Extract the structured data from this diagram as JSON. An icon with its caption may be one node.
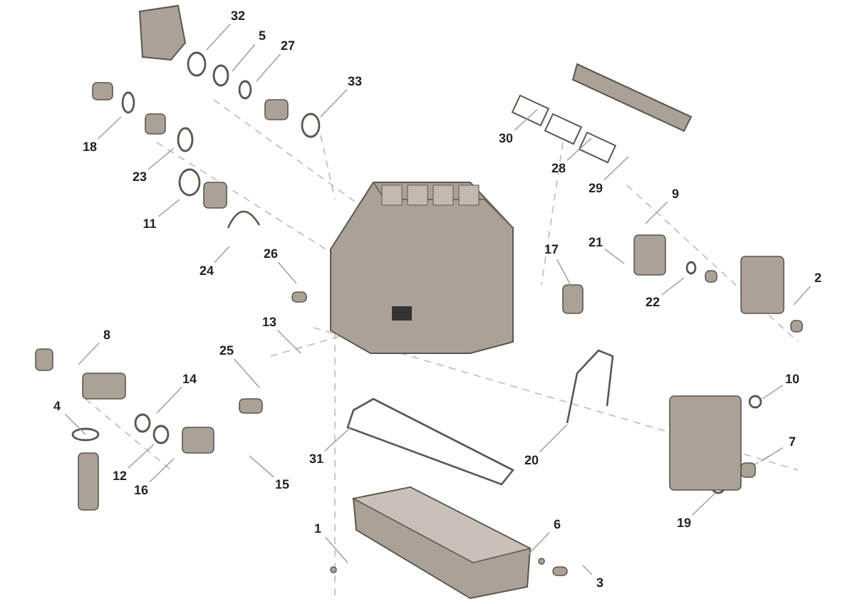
{
  "diagram": {
    "nodes": [
      {
        "text": [
          "32"
        ]
      },
      {
        "text": [
          "5"
        ]
      },
      {
        "text": [
          "27"
        ]
      },
      {
        "text": [
          "33"
        ]
      },
      {
        "text": [
          "18"
        ]
      },
      {
        "text": [
          "30"
        ]
      },
      {
        "text": [
          "23"
        ]
      },
      {
        "text": [
          "28"
        ]
      },
      {
        "text": [
          "11"
        ]
      },
      {
        "text": [
          "29"
        ]
      },
      {
        "text": [
          "9"
        ]
      },
      {
        "text": [
          "24"
        ]
      },
      {
        "text": [
          "26"
        ]
      },
      {
        "text": [
          "17"
        ]
      },
      {
        "text": [
          "21"
        ]
      },
      {
        "text": [
          "22"
        ]
      },
      {
        "text": [
          "2"
        ]
      },
      {
        "text": [
          "13"
        ]
      },
      {
        "text": [
          "8"
        ]
      },
      {
        "text": [
          "25"
        ]
      },
      {
        "text": [
          "14"
        ]
      },
      {
        "text": [
          "4"
        ]
      },
      {
        "text": [
          "10"
        ]
      },
      {
        "text": [
          "7"
        ]
      },
      {
        "text": [
          "12"
        ]
      },
      {
        "text": [
          "31"
        ]
      },
      {
        "text": [
          "16"
        ]
      },
      {
        "text": [
          "20"
        ]
      },
      {
        "text": [
          "15"
        ]
      },
      {
        "text": [
          "19"
        ]
      },
      {
        "text": [
          "1"
        ]
      },
      {
        "text": [
          "6"
        ]
      },
      {
        "text": [
          "3"
        ]
      }
    ],
    "edges": [
      {
        "from": 0,
        "to": null,
        "arrow": "none"
      },
      {
        "from": 1,
        "to": null,
        "arrow": "none"
      },
      {
        "from": 2,
        "to": null,
        "arrow": "none"
      },
      {
        "from": 3,
        "to": null,
        "arrow": "none"
      },
      {
        "from": 4,
        "to": null,
        "arrow": "none"
      },
      {
        "from": 5,
        "to": null,
        "arrow": "none"
      },
      {
        "from": 6,
        "to": null,
        "arrow": "none"
      },
      {
        "from": 7,
        "to": null,
        "arrow": "none"
      },
      {
        "from": 8,
        "to": null,
        "arrow": "none"
      },
      {
        "from": 9,
        "to": null,
        "arrow": "none"
      },
      {
        "from": 10,
        "to": null,
        "arrow": "none"
      },
      {
        "from": 11,
        "to": null,
        "arrow": "none"
      },
      {
        "from": 12,
        "to": null,
        "arrow": "none"
      },
      {
        "from": 13,
        "to": null,
        "arrow": "none"
      },
      {
        "from": 14,
        "to": null,
        "arrow": "none"
      },
      {
        "from": 15,
        "to": null,
        "arrow": "none"
      },
      {
        "from": 16,
        "to": null,
        "arrow": "none"
      },
      {
        "from": 17,
        "to": null,
        "arrow": "none"
      },
      {
        "from": 18,
        "to": null,
        "arrow": "none"
      },
      {
        "from": 19,
        "to": null,
        "arrow": "none"
      },
      {
        "from": 20,
        "to": null,
        "arrow": "none"
      },
      {
        "from": 21,
        "to": null,
        "arrow": "none"
      },
      {
        "from": 22,
        "to": null,
        "arrow": "none"
      },
      {
        "from": 23,
        "to": null,
        "arrow": "none"
      },
      {
        "from": 24,
        "to": null,
        "arrow": "none"
      },
      {
        "from": 25,
        "to": null,
        "arrow": "none"
      },
      {
        "from": 26,
        "to": null,
        "arrow": "none"
      },
      {
        "from": 27,
        "to": null,
        "arrow": "none"
      },
      {
        "from": 28,
        "to": null,
        "arrow": "none"
      },
      {
        "from": 29,
        "to": null,
        "arrow": "none"
      },
      {
        "from": 30,
        "to": null,
        "arrow": "none"
      },
      {
        "from": 31,
        "to": null,
        "arrow": "none"
      },
      {
        "from": 32,
        "to": null,
        "arrow": "none"
      }
    ]
  }
}
